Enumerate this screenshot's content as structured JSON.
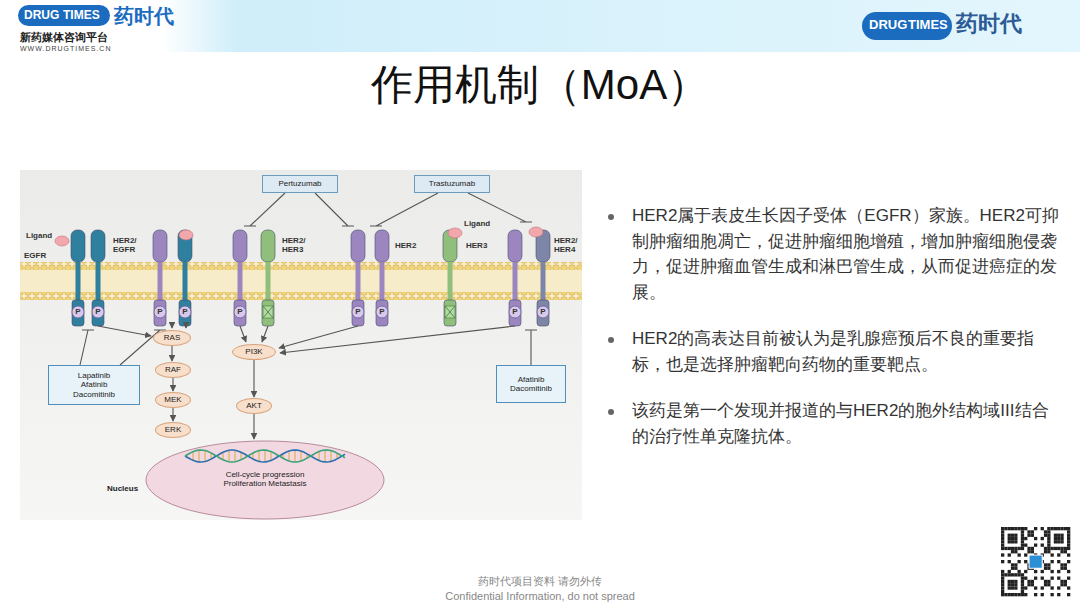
{
  "diagram": {
    "title": "作用机制（MoA）",
    "nodes": [
      {
        "text": [
          "Pertuzumab"
        ]
      },
      {
        "text": [
          "Trastuzumab"
        ]
      },
      {
        "text": [
          "RAS"
        ]
      },
      {
        "text": [
          "RAF"
        ]
      },
      {
        "text": [
          "MEK"
        ]
      },
      {
        "text": [
          "ERK"
        ]
      },
      {
        "text": [
          "PI3K"
        ]
      },
      {
        "text": [
          "AKT"
        ]
      },
      {
        "text": [
          "Lapatinib Afatinib Dacomitinib"
        ]
      },
      {
        "text": [
          "Afatinib Dacomitinib"
        ]
      },
      {
        "text": [
          "Nucleus",
          "Cell-cycle progression Proliferation Metastasis"
        ]
      }
    ],
    "edges": [
      {
        "from": 2,
        "to": 3,
        "arrow": "to"
      },
      {
        "from": 3,
        "to": 4,
        "arrow": "to"
      },
      {
        "from": 4,
        "to": 5,
        "arrow": "to"
      },
      {
        "from": 6,
        "to": 7,
        "arrow": "to"
      },
      {
        "from": 7,
        "to": 10,
        "arrow": "to"
      }
    ],
    "labels": [
      "DRUG",
      "TIMES",
      "药时代",
      "新药媒体咨询平台",
      "WWW.DRUGTIMES.CN",
      "DRUG",
      "TIMES",
      "药时代",
      "Ligand",
      "EGFR",
      "HER2/ EGFR",
      "HER2/ HER3",
      "HER2",
      "Ligand",
      "HER3",
      "HER2/ HER4",
      "P",
      "P",
      "P",
      "P",
      "P",
      "P",
      "P",
      "P",
      "P",
      "HER2属于表皮生长因子受体（EGFR）家族。HER2可抑制肿瘤细胞凋亡，促进肿瘤细胞增殖，增加肿瘤细胞侵袭力，促进肿瘤血管生成和淋巴管生成，从而促进癌症的发展。",
      "HER2的高表达目前被认为是乳腺癌预后不良的重要指标，也是选择肿瘤靶向药物的重要靶点。",
      "该药是第一个发现并报道的与HER2的胞外结构域III结合的治疗性单克隆抗体。",
      "药时代项目资料 请勿外传",
      "Confidential Information, do not spread"
    ]
  }
}
